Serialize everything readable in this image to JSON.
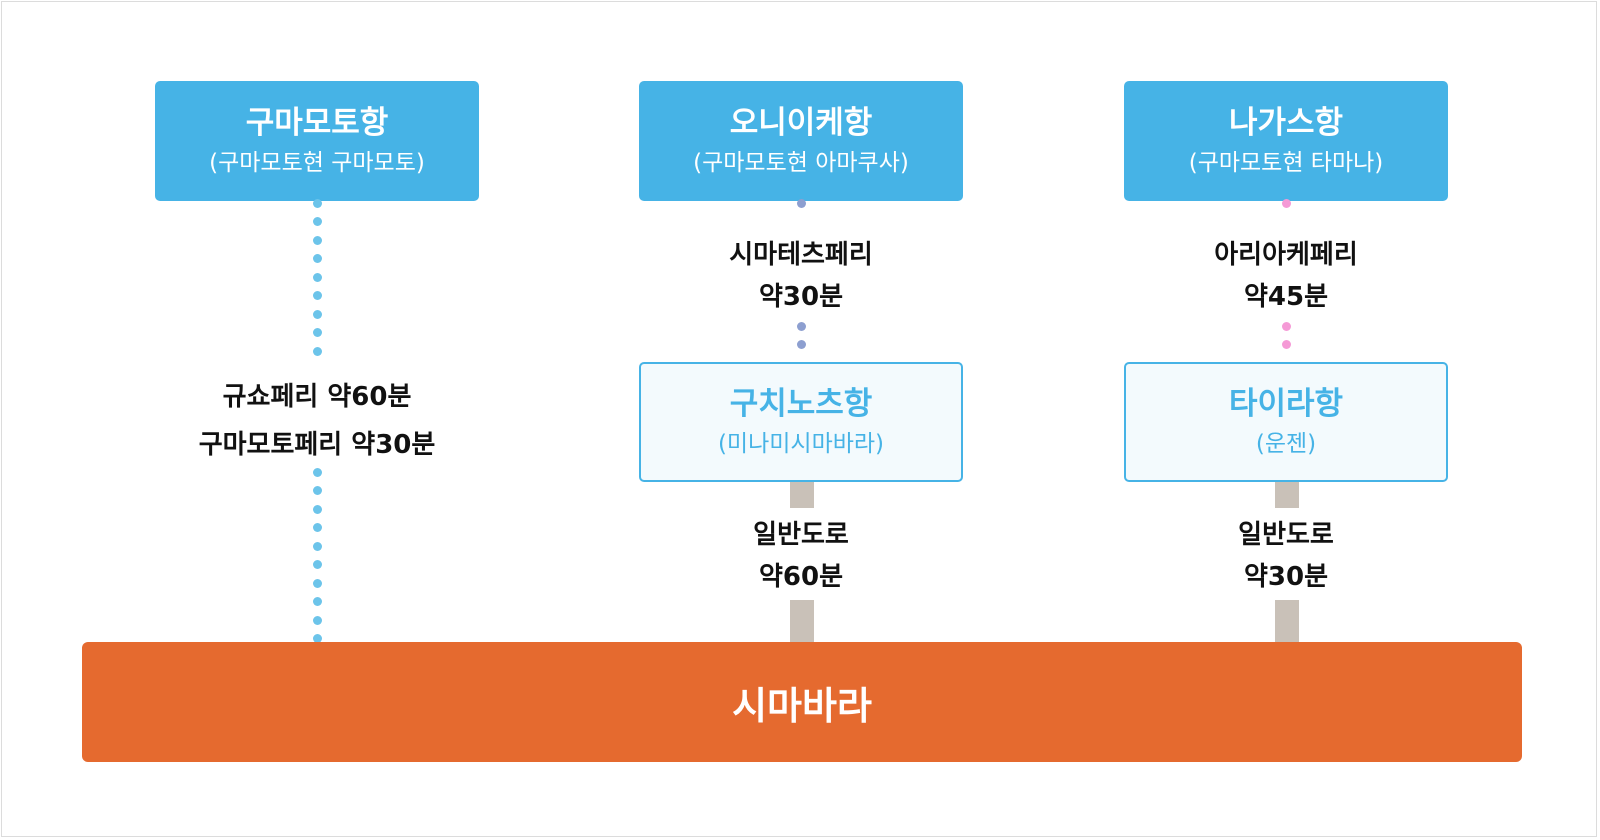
{
  "colors": {
    "primary_box": "#46b3e6",
    "destination": "#e56a2f",
    "road": "#c9c1b8",
    "dots_left": "#6cc4ea",
    "dots_middle": "#8d9fd0",
    "dots_right": "#f59ad6"
  },
  "ports": [
    {
      "name": "구마모토항",
      "location": "(구마모토현 구마모토)"
    },
    {
      "name": "오니이케항",
      "location": "(구마모토현 아마쿠사)"
    },
    {
      "name": "나가스항",
      "location": "(구마모토현 타마나)"
    }
  ],
  "routes": {
    "left": {
      "line1": "규쇼페리 약60분",
      "line2": "구마모토페리 약30분"
    },
    "middle_ferry": {
      "line1": "시마테츠페리",
      "line2": "약30분"
    },
    "right_ferry": {
      "line1": "아리아케페리",
      "line2": "약45분"
    },
    "middle_road": {
      "line1": "일반도로",
      "line2": "약60분"
    },
    "right_road": {
      "line1": "일반도로",
      "line2": "약30분"
    }
  },
  "intermediate_ports": [
    {
      "name": "구치노츠항",
      "location": "(미나미시마바라)"
    },
    {
      "name": "타이라항",
      "location": "(운젠)"
    }
  ],
  "destination": "시마바라"
}
